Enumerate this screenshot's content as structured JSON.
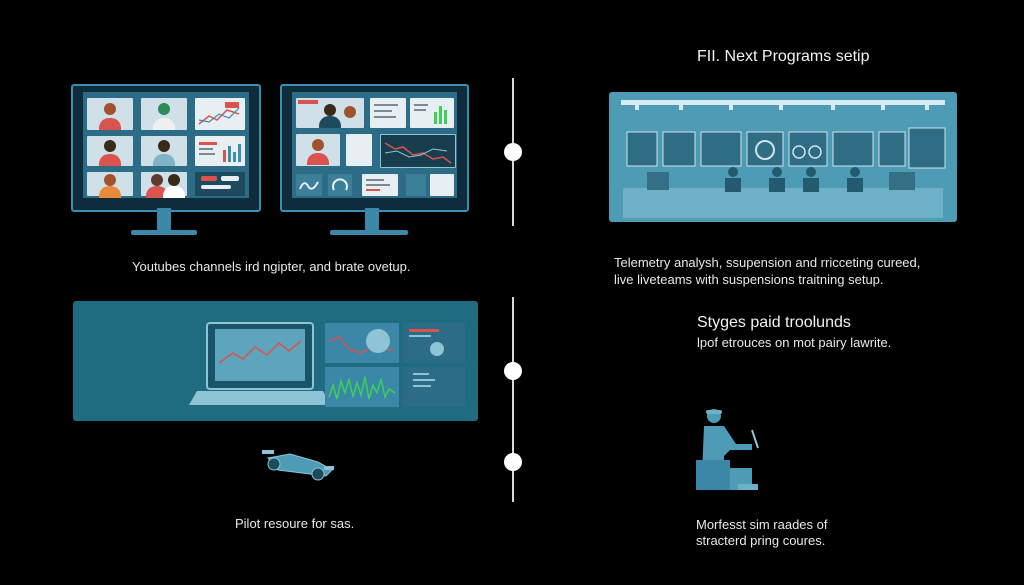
{
  "top_right_heading": "FII. Next Programs setip",
  "top_left_caption": "Youtubes channels ird ngipter, and brate ovetup.",
  "top_right_caption_line1": "Telemetry analysh, ssupension and rricceting cureed,",
  "top_right_caption_line2": "live liveteams with suspensions traitning setup.",
  "mid_right_heading": "Styges paid troolunds",
  "mid_right_caption": "lpof etrouces on mot pairy lawrite.",
  "bottom_left_caption": "Pilot resoure for sas.",
  "bottom_right_caption_line1": "Morfesst sim raades of",
  "bottom_right_caption_line2": "stracterd pring coures.",
  "colors": {
    "background": "#000000",
    "panel_teal": "#1f6b80",
    "room_blue": "#4e9bb6",
    "accent_red": "#d9534f",
    "accent_green": "#3ecf5a"
  }
}
